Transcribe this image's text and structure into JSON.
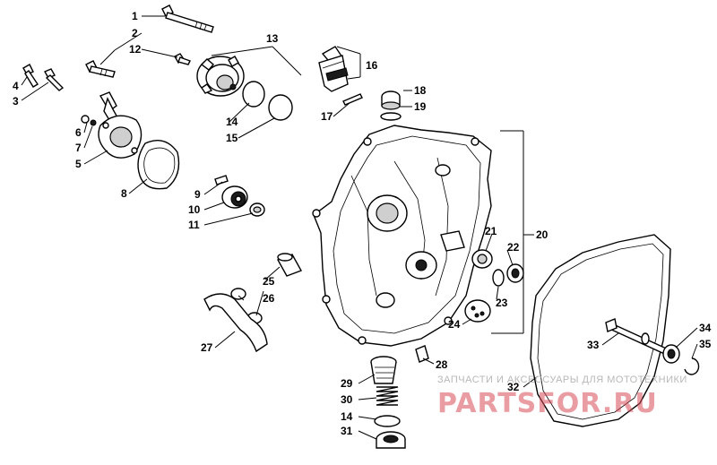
{
  "diagram": {
    "labels": [
      "1",
      "2",
      "3",
      "4",
      "5",
      "6",
      "7",
      "8",
      "9",
      "10",
      "11",
      "12",
      "13",
      "14",
      "15",
      "16",
      "17",
      "18",
      "19",
      "20",
      "21",
      "22",
      "23",
      "24",
      "25",
      "26",
      "27",
      "28",
      "29",
      "30",
      "14",
      "31",
      "32",
      "33",
      "34",
      "35"
    ]
  },
  "watermark": {
    "caption": "ЗАПЧАСТИ И АКСЕССУАРЫ ДЛЯ МОТОТЕХНИКИ",
    "logo": "PARTSFOR.RU"
  }
}
